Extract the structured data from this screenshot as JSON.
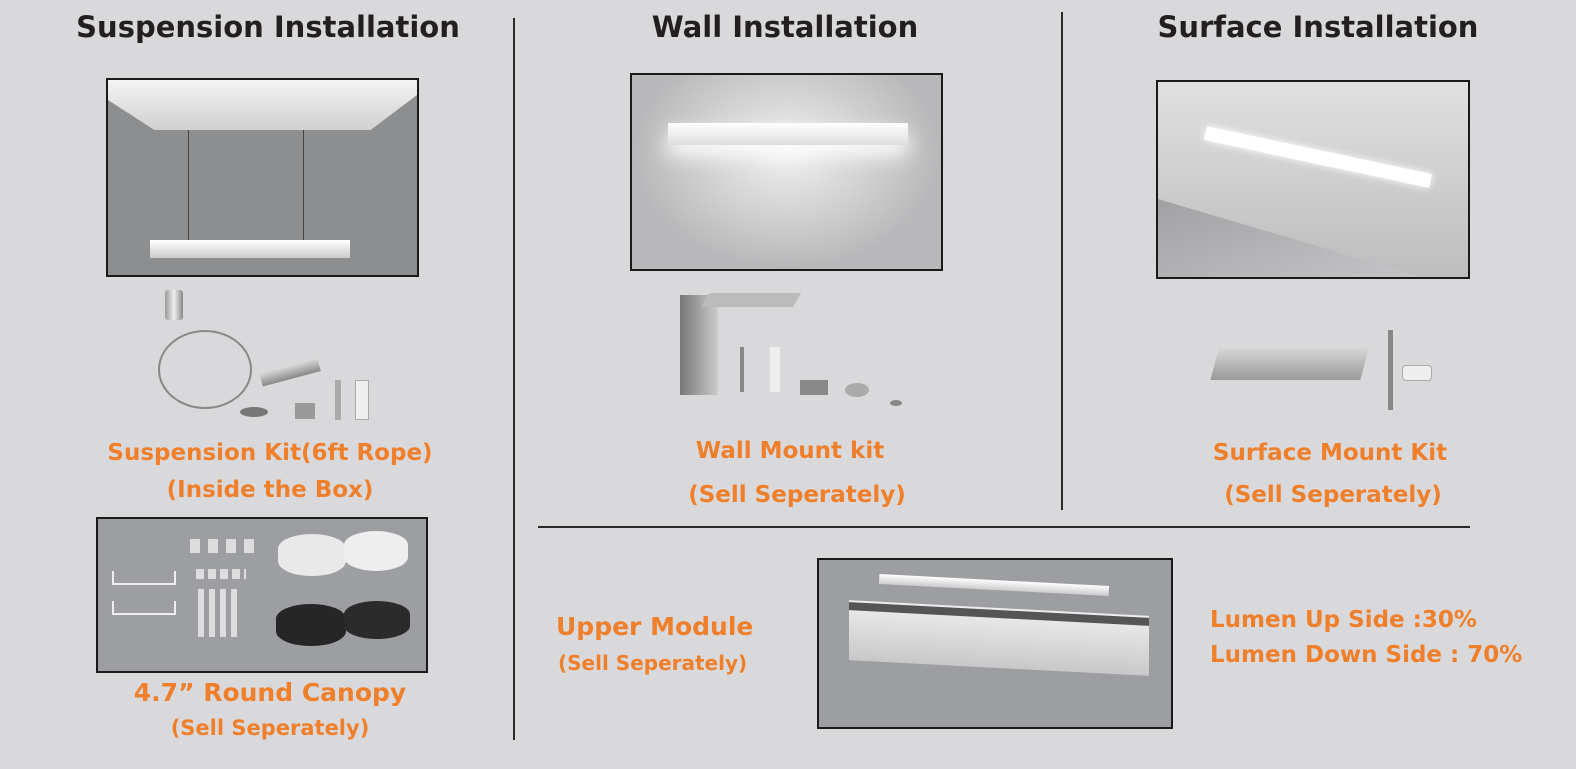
{
  "sections": {
    "suspension": {
      "title": "Suspension Installation",
      "kit_label": "Suspension Kit(6ft Rope)",
      "kit_note": "(Inside the Box)",
      "canopy_label": "4.7” Round Canopy",
      "canopy_note": "(Sell Seperately)"
    },
    "wall": {
      "title": "Wall Installation",
      "kit_label": "Wall Mount kit",
      "kit_note": "(Sell Seperately)"
    },
    "surface": {
      "title": "Surface Installation",
      "kit_label": "Surface Mount Kit",
      "kit_note": "(Sell Seperately)"
    },
    "upper_module": {
      "label": "Upper Module",
      "note": "(Sell Seperately)",
      "lumen_up": "Lumen Up Side :30%",
      "lumen_down": "Lumen Down Side : 70%"
    }
  },
  "colors": {
    "accent": "#ef7f2a",
    "background": "#d9d9db",
    "heading": "#231f20"
  }
}
